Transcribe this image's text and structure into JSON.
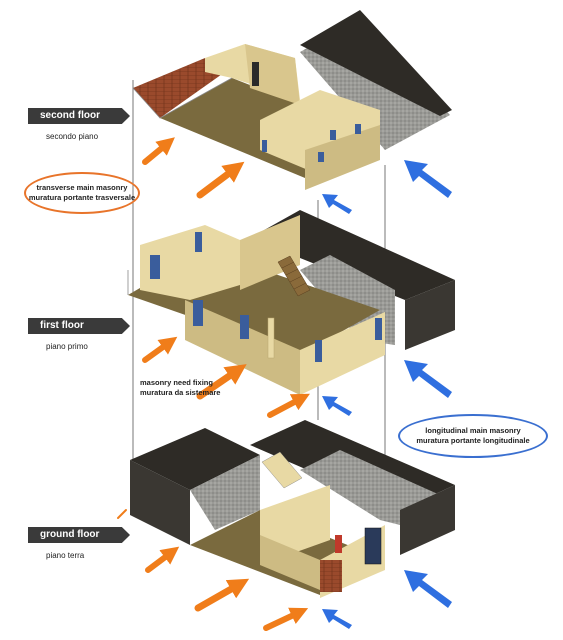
{
  "floors": {
    "second": {
      "label": "second floor",
      "sublabel": "secondo piano"
    },
    "first": {
      "label": "first floor",
      "sublabel": "piano primo"
    },
    "ground": {
      "label": "ground floor",
      "sublabel": "piano terra"
    }
  },
  "notes": {
    "transverse": {
      "line1": "transverse main masonry",
      "line2": "muratura portante trasversale"
    },
    "longitudinal": {
      "line1": "longitudinal main masonry",
      "line2": "muratura portante longitudinale"
    },
    "fixing": {
      "line1": "masonry need fixing",
      "line2": "muratura da sistemare"
    }
  },
  "colors": {
    "wall": "#e8d9a4",
    "wall_shade": "#cdbb83",
    "floor": "#7a6a3e",
    "dark_wall": "#2e2b26",
    "gravel": "#9a9a96",
    "brick": "#9a4a2c",
    "window": "#3a5d9c",
    "arrow_orange": "#f07d1a",
    "arrow_blue": "#2f6fe0",
    "ellipse_orange": "#e8742a",
    "ellipse_blue": "#3a6fd0"
  }
}
